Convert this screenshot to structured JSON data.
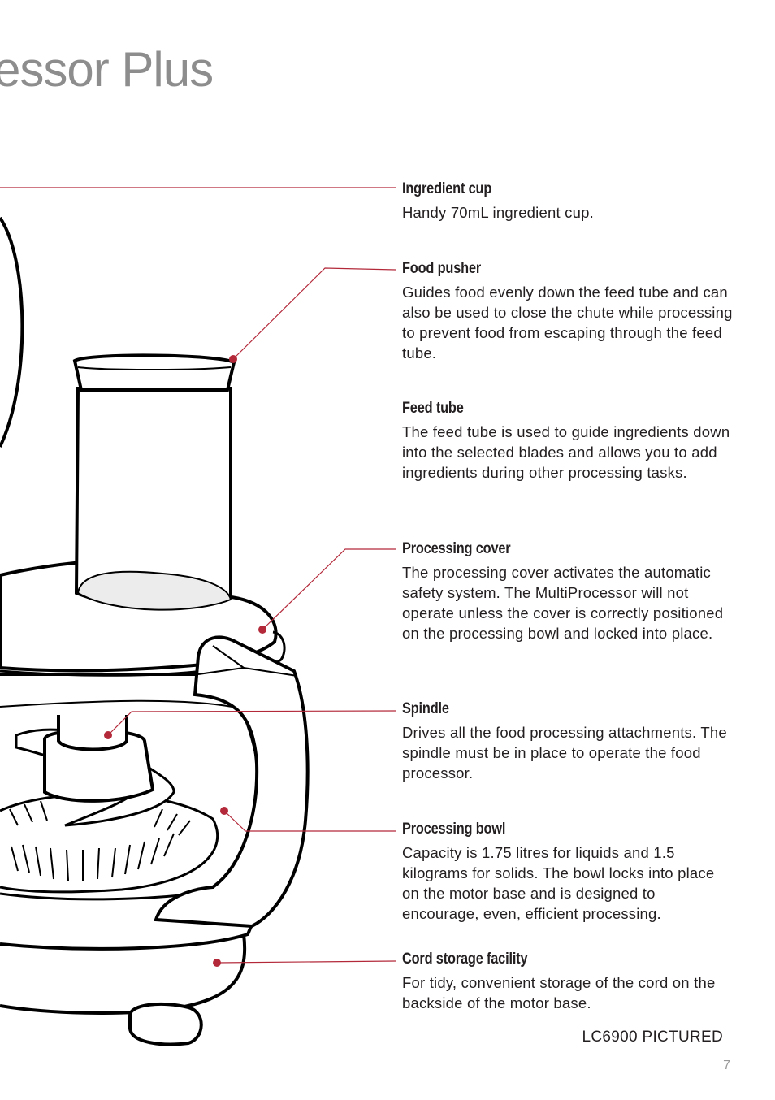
{
  "page": {
    "title": "essor Plus",
    "caption": "LC6900 PICTURED",
    "page_number": "7"
  },
  "colors": {
    "accent": "#b3293a",
    "title_gray": "#8d8d8d",
    "text": "#231f20"
  },
  "callouts": [
    {
      "title": "Ingredient cup",
      "text": "Handy 70mL ingredient cup."
    },
    {
      "title": "Food pusher",
      "text": "Guides food evenly down the feed tube and can also be used to close the chute while processing to prevent food from escaping through the feed tube."
    },
    {
      "title": "Feed tube",
      "text": "The feed tube is used to guide ingredients down into the selected blades and allows you to add ingredients during other processing tasks."
    },
    {
      "title": "Processing cover",
      "text": "The processing cover activates the automatic safety system. The MultiProcessor will not operate unless the cover is correctly positioned on the processing bowl and locked into place."
    },
    {
      "title": "Spindle",
      "text": "Drives all the food processing attachments. The spindle must be in place to operate the food processor."
    },
    {
      "title": "Processing bowl",
      "text": "Capacity is 1.75 litres for liquids and 1.5 kilograms for solids. The bowl locks into place on the motor base and is designed to encourage, even, efficient processing."
    },
    {
      "title": "Cord storage facility",
      "text": "For tidy, convenient storage of the cord on the backside of the motor base."
    }
  ]
}
